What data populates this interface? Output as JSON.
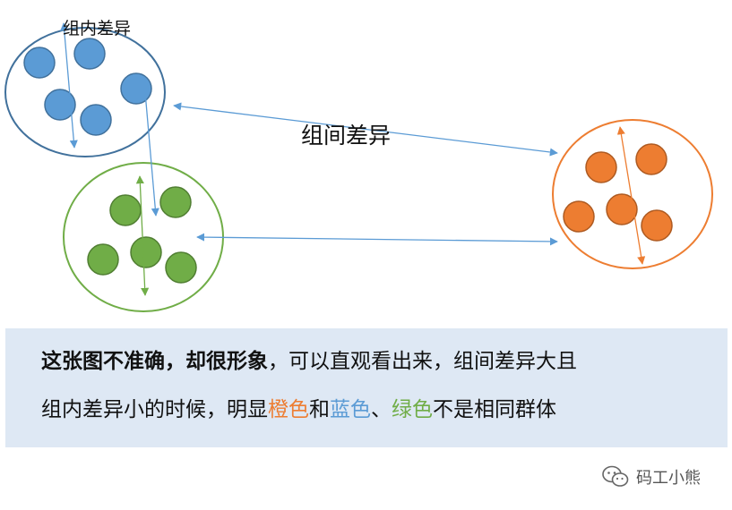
{
  "labels": {
    "within_group": "组内差异",
    "between_group": "组间差异"
  },
  "caption": {
    "line1": [
      {
        "text": "这张图不准确，却很形象",
        "style": "bold"
      },
      {
        "text": "，可以直观看出来，组间差异大且",
        "style": "plain"
      }
    ],
    "line2": [
      {
        "text": "组内差异小的时候，明显",
        "style": "plain"
      },
      {
        "text": "橙色",
        "style": "orange"
      },
      {
        "text": "和",
        "style": "plain"
      },
      {
        "text": "蓝色",
        "style": "blue"
      },
      {
        "text": "、",
        "style": "plain"
      },
      {
        "text": "绿色",
        "style": "green"
      },
      {
        "text": "不是相同群体",
        "style": "plain"
      }
    ]
  },
  "watermark": {
    "text": "码工小熊",
    "icon": "wechat-icon"
  },
  "colors": {
    "blue": "#5b9bd5",
    "blue_outline": "#41719c",
    "green": "#70ad47",
    "green_outline": "#507e32",
    "orange": "#ed7d31",
    "orange_outline": "#ae5a21",
    "caption_bg": "#dee8f4"
  },
  "groups": [
    {
      "name": "blue",
      "dot_count": 5
    },
    {
      "name": "green",
      "dot_count": 5
    },
    {
      "name": "orange",
      "dot_count": 5
    }
  ]
}
